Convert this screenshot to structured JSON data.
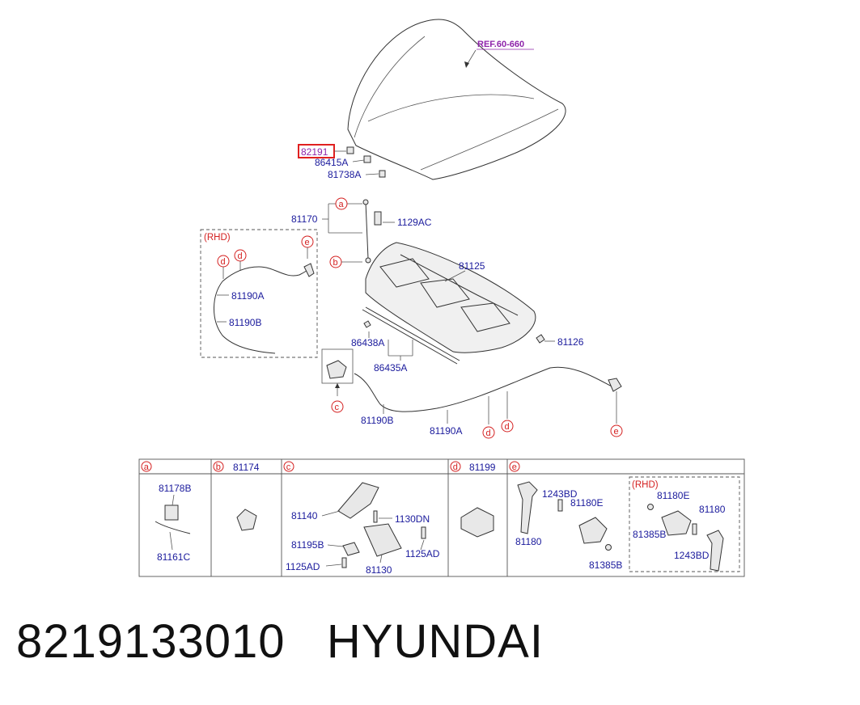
{
  "reference": "REF.60-660",
  "highlighted_part": "82191",
  "callouts": {
    "hood_fittings": [
      "86415A",
      "81738A"
    ],
    "stay_group": "81170",
    "stay_bolt": "1129AC",
    "insulator": "81125",
    "insulator_clip": "81126",
    "seal_clip": "86438A",
    "seal": "86435A",
    "rhd_cable_a": "81190A",
    "rhd_cable_b": "81190B",
    "cable_b": "81190B",
    "cable_a": "81190A"
  },
  "rhd_label": "(RHD)",
  "circle_letters": {
    "a": "a",
    "b": "b",
    "c": "c",
    "d": "d",
    "e": "e"
  },
  "table": {
    "headers": [
      {
        "letter": "a",
        "part": ""
      },
      {
        "letter": "b",
        "part": "81174"
      },
      {
        "letter": "c",
        "part": ""
      },
      {
        "letter": "d",
        "part": "81199"
      },
      {
        "letter": "e",
        "part": ""
      }
    ],
    "cell_a": [
      "81178B",
      "81161C"
    ],
    "cell_c": [
      "81140",
      "1130DN",
      "81195B",
      "1125AD",
      "1125AD",
      "81130"
    ],
    "cell_e": [
      "1243BD",
      "81180E",
      "81180",
      "81385B"
    ],
    "cell_e_rhd": [
      "(RHD)",
      "81180E",
      "81180",
      "81385B",
      "1243BD"
    ]
  },
  "caption": {
    "part_number": "8219133010",
    "brand": "HYUNDAI"
  }
}
